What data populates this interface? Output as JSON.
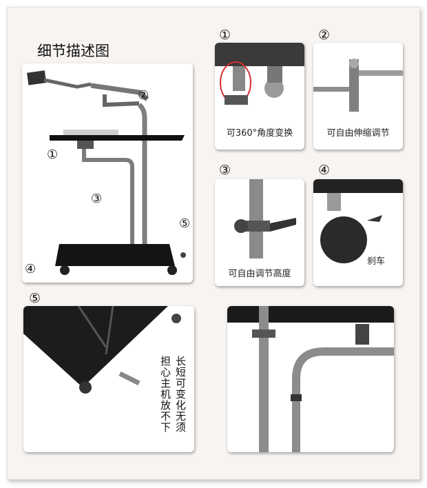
{
  "overview": {
    "title": "细节描述图"
  },
  "markers": {
    "m1": "①",
    "m2": "②",
    "m3": "③",
    "m4": "④",
    "m5": "⑤"
  },
  "details": [
    {
      "number": "①",
      "caption": "可360°角度变换"
    },
    {
      "number": "②",
      "caption": "可自由伸缩调节"
    },
    {
      "number": "③",
      "caption": "可自由调节高度"
    },
    {
      "number": "④",
      "caption": "刹车"
    },
    {
      "number": "⑤",
      "notes": [
        "长短可变化无须",
        "担心主机放不下"
      ]
    }
  ],
  "colors": {
    "background": "#f7f4f1",
    "panel": "#ffffff",
    "metal": "#8a8a8a",
    "glass": "#1a1a1a"
  }
}
